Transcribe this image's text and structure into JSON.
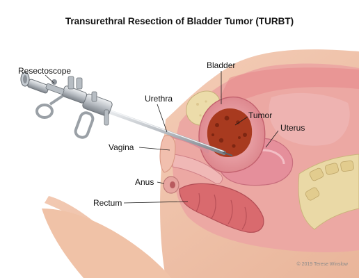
{
  "title": "Transurethral Resection of Bladder Tumor (TURBT)",
  "labels": {
    "resectoscope": "Resectoscope",
    "bladder": "Bladder",
    "urethra": "Urethra",
    "tumor": "Tumor",
    "uterus": "Uterus",
    "vagina": "Vagina",
    "anus": "Anus",
    "rectum": "Rectum"
  },
  "credit": "© 2019 Terese Winslow",
  "colors": {
    "skin": "#f3c7ac",
    "flesh": "#e59b92",
    "organ_pink": "#eaa3aa",
    "tumor": "#a83a1f",
    "bone": "#ead9a6",
    "metal": "#c9ced3"
  }
}
